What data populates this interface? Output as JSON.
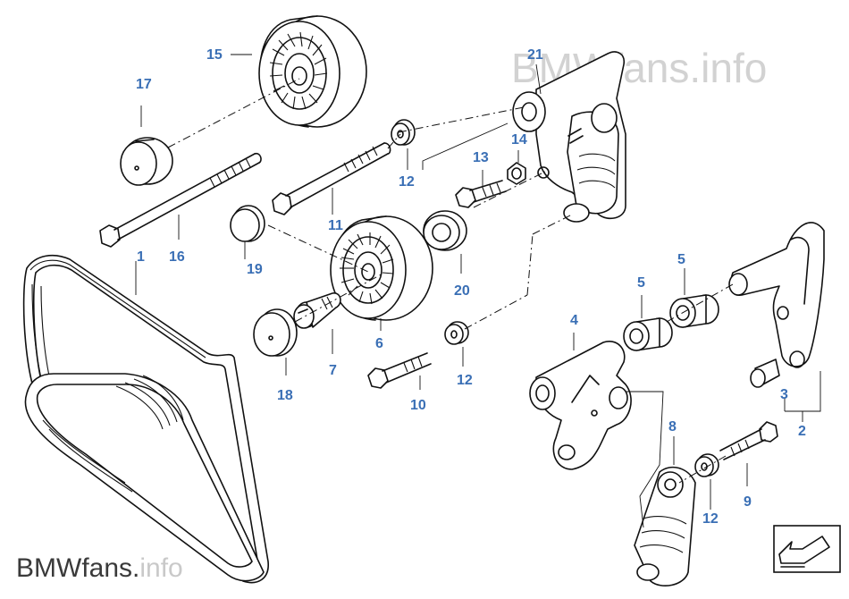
{
  "watermark": {
    "top": "BMWfans.info",
    "bottom_main": "BMWfans.",
    "bottom_faint": "info"
  },
  "labels": {
    "p1": "1",
    "p2": "2",
    "p3": "3",
    "p4": "4",
    "p5a": "5",
    "p5b": "5",
    "p6": "6",
    "p7": "7",
    "p8": "8",
    "p9": "9",
    "p10": "10",
    "p11": "11",
    "p12a": "12",
    "p12b": "12",
    "p12c": "12",
    "p13": "13",
    "p14": "14",
    "p15": "15",
    "p16": "16",
    "p17": "17",
    "p18": "18",
    "p19": "19",
    "p20": "20",
    "p21": "21"
  },
  "colors": {
    "label": "#3a6fb5",
    "line": "#111111",
    "watermark": "#d2d2d2"
  },
  "icons": {
    "nav": "arrow-back-icon"
  }
}
